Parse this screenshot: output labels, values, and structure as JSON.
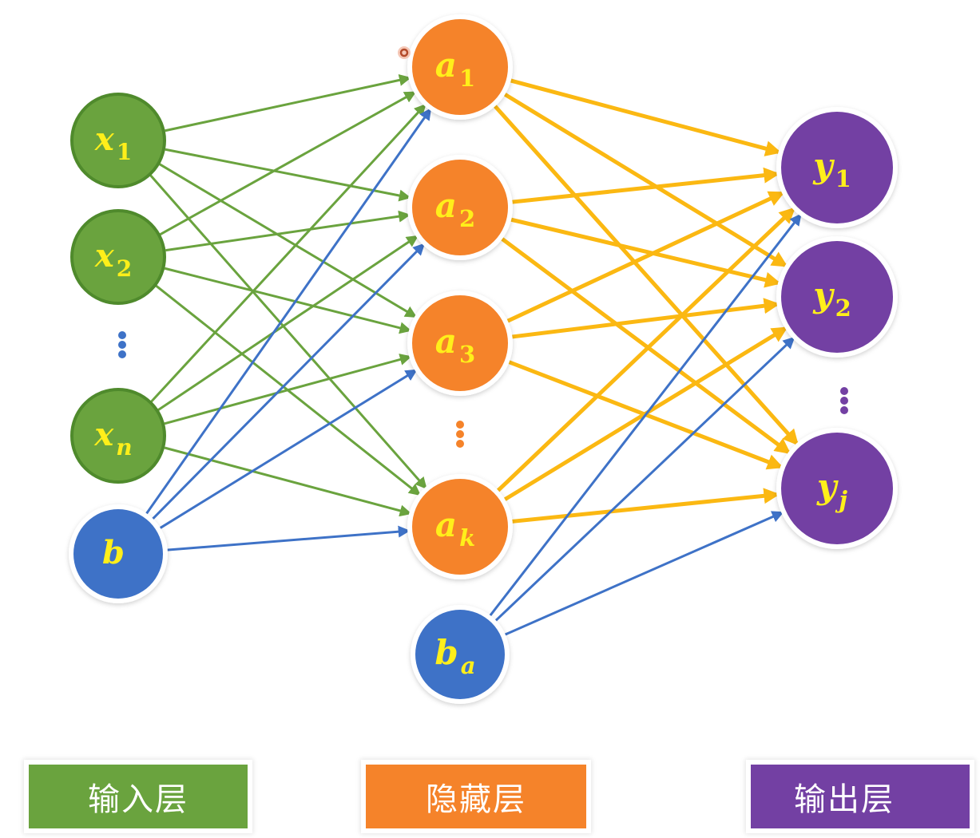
{
  "title": "神经网络结构",
  "colors": {
    "input": "#6aa33e",
    "input_border": "#4f8a2c",
    "hidden": "#f5832a",
    "output": "#7340a3",
    "bias": "#3e72c7",
    "label_text": "#ffef1a",
    "edge_input": "#6aa33e",
    "edge_bias": "#3e72c7",
    "edge_hidden": "#fbb812"
  },
  "layers": {
    "input": {
      "nodes": [
        {
          "id": "x1",
          "base": "x",
          "sub": "1"
        },
        {
          "id": "x2",
          "base": "x",
          "sub": "2"
        },
        {
          "id": "xn",
          "base": "x",
          "sub": "n"
        }
      ],
      "bias": {
        "id": "b",
        "base": "b",
        "sub": ""
      },
      "ellipsis": "⋮"
    },
    "hidden": {
      "nodes": [
        {
          "id": "a1",
          "base": "a",
          "sub": "1"
        },
        {
          "id": "a2",
          "base": "a",
          "sub": "2"
        },
        {
          "id": "a3",
          "base": "a",
          "sub": "3"
        },
        {
          "id": "ak",
          "base": "a",
          "sub": "k"
        }
      ],
      "bias": {
        "id": "ba",
        "base": "b",
        "sub": "a"
      },
      "ellipsis": "⋮"
    },
    "output": {
      "nodes": [
        {
          "id": "y1",
          "base": "y",
          "sub": "1"
        },
        {
          "id": "y2",
          "base": "y",
          "sub": "2"
        },
        {
          "id": "yj",
          "base": "y",
          "sub": "j"
        }
      ],
      "ellipsis": "⋮"
    }
  },
  "legend": {
    "input_label": "输入层",
    "hidden_label": "隐藏层",
    "output_label": "输出层"
  }
}
